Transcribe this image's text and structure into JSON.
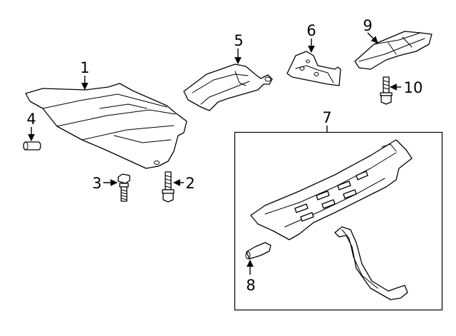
{
  "diagram": {
    "callouts": {
      "c1": "1",
      "c2": "2",
      "c3": "3",
      "c4": "4",
      "c5": "5",
      "c6": "6",
      "c7": "7",
      "c8": "8",
      "c9": "9",
      "c10": "10"
    }
  }
}
